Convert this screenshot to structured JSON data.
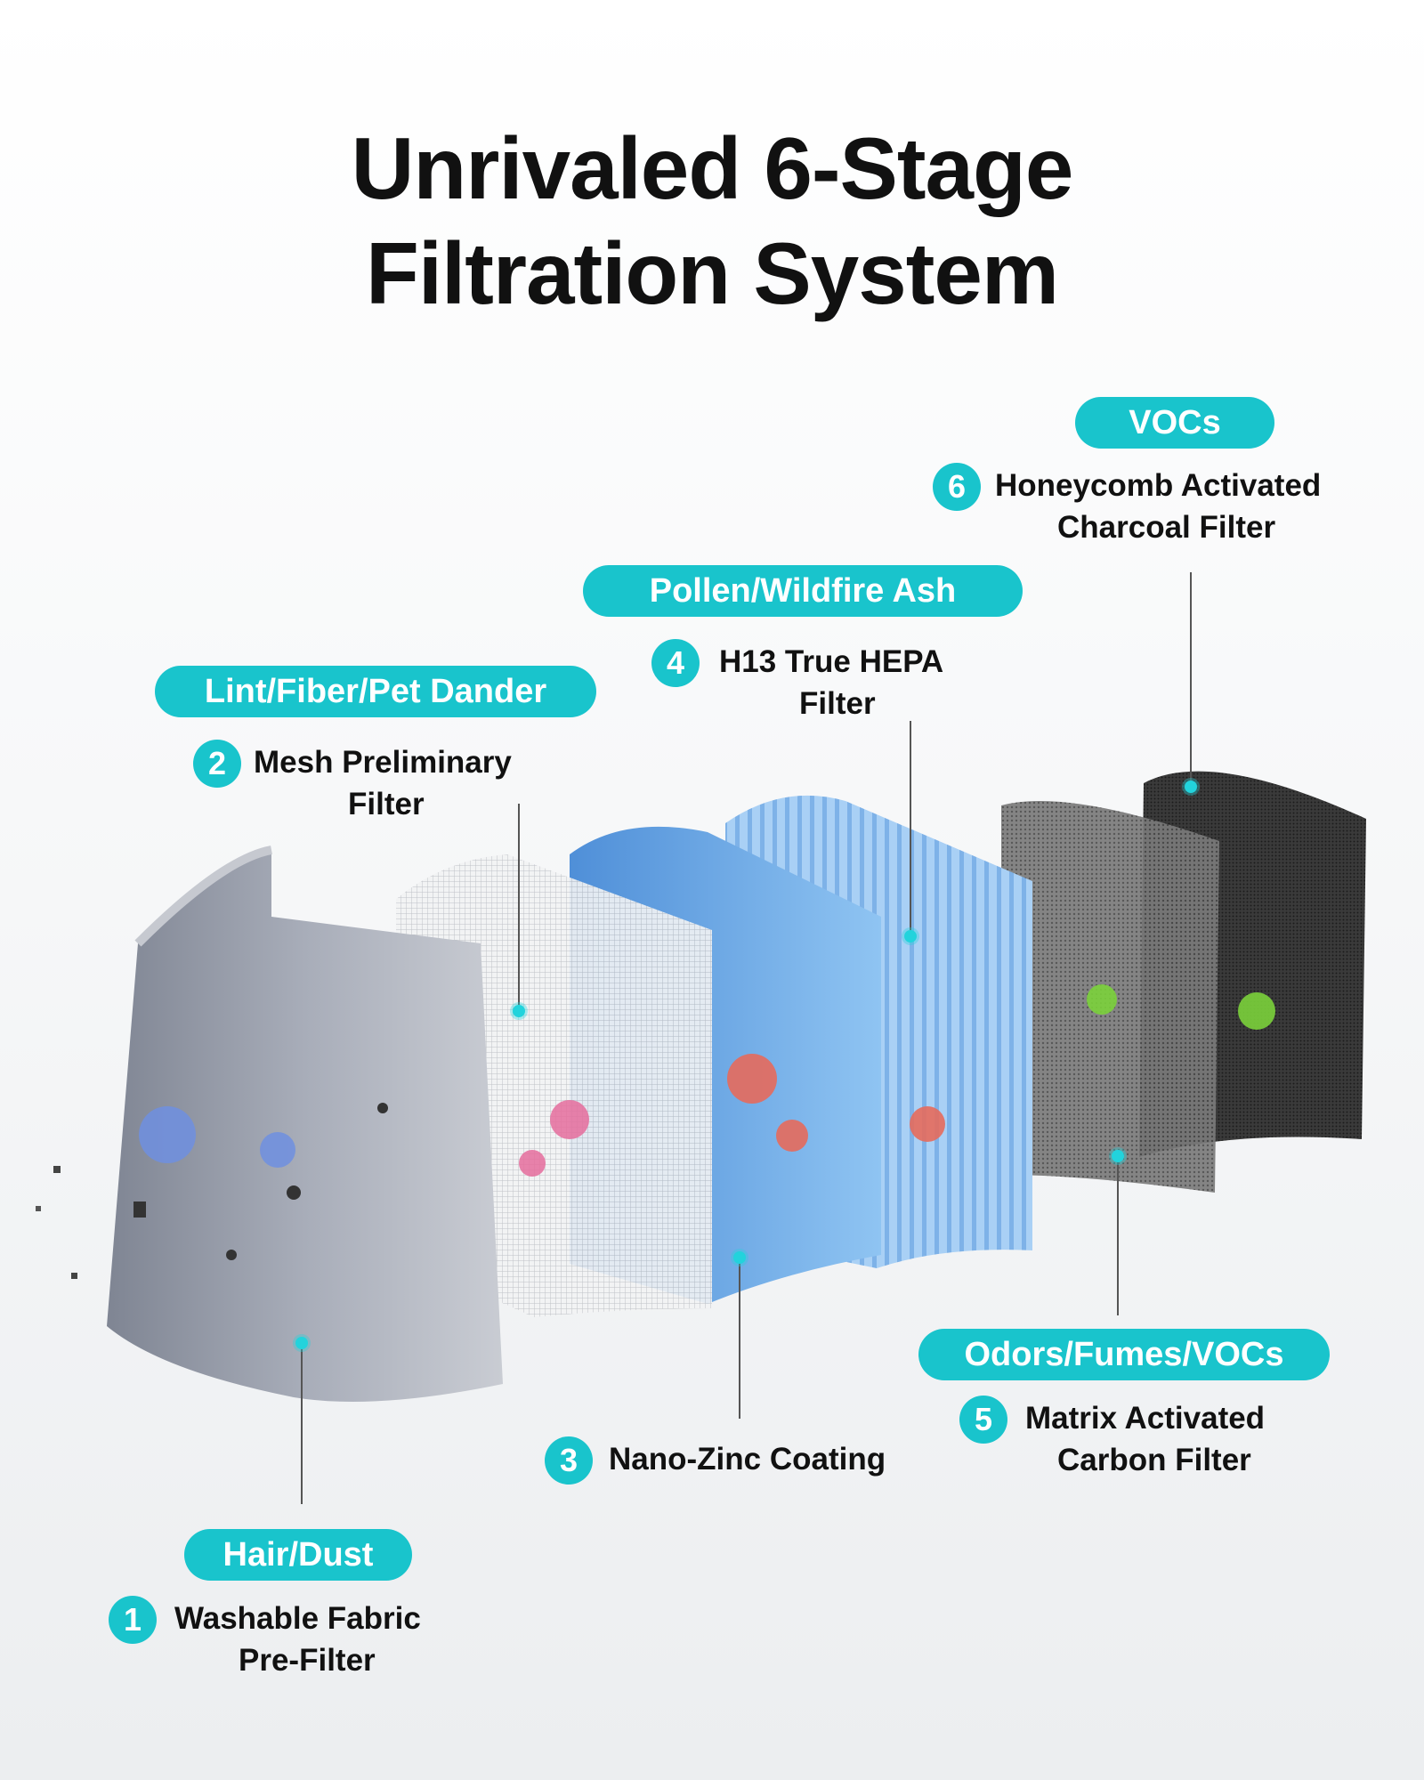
{
  "title": {
    "line1": "Unrivaled 6-Stage",
    "line2": "Filtration System"
  },
  "stages": [
    {
      "number": "1",
      "category": "Hair/Dust",
      "name_line1": "Washable Fabric",
      "name_line2": "Pre-Filter"
    },
    {
      "number": "2",
      "category": "Lint/Fiber/Pet Dander",
      "name_line1": "Mesh Preliminary",
      "name_line2": "Filter"
    },
    {
      "number": "3",
      "category": "",
      "name_line1": "Nano-Zinc Coating",
      "name_line2": ""
    },
    {
      "number": "4",
      "category": "Pollen/Wildfire Ash",
      "name_line1": "H13 True HEPA",
      "name_line2": "Filter"
    },
    {
      "number": "5",
      "category": "Odors/Fumes/VOCs",
      "name_line1": "Matrix Activated",
      "name_line2": "Carbon Filter"
    },
    {
      "number": "6",
      "category": "VOCs",
      "name_line1": "Honeycomb Activated",
      "name_line2": "Charcoal Filter"
    }
  ],
  "colors": {
    "accent": "#19c4cc",
    "title": "#111111",
    "prefilter": "#9aa0ad",
    "mesh": "#d9dbde",
    "nano_zinc": "#6fa8e6",
    "hepa": "#8ec0ef",
    "carbon": "#6c6c6c",
    "charcoal": "#2b2b2b"
  }
}
